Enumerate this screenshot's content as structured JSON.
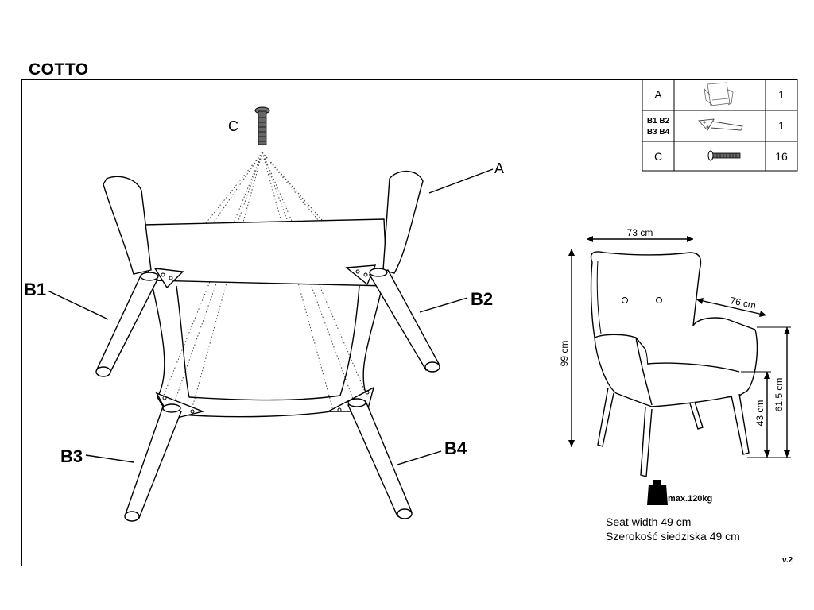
{
  "title": "COTTO",
  "version": "v.2",
  "labels": {
    "screw": "C",
    "seat": "A",
    "leg1": "B1",
    "leg2": "B2",
    "leg3": "B3",
    "leg4": "B4"
  },
  "parts_table": [
    {
      "code": "A",
      "qty": "1"
    },
    {
      "code_line1": "B1 B2",
      "code_line2": "B3 B4",
      "qty": "1"
    },
    {
      "code": "C",
      "qty": "16"
    }
  ],
  "dimensions": {
    "width": "73 cm",
    "depth": "76 cm",
    "height": "99 cm",
    "armrest_height": "61,5 cm",
    "seat_height": "43 cm"
  },
  "max_load": "max.120kg",
  "seat_width_en": "Seat width 49 cm",
  "seat_width_pl": "Szerokość siedziska 49 cm"
}
